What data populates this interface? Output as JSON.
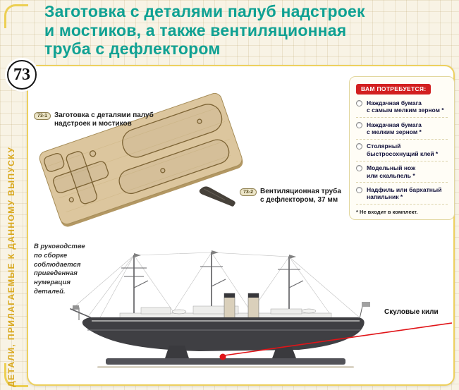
{
  "page": {
    "title": "Заготовка с деталями палуб надстроек\nи мостиков, а также вентиляционная\nтруба с дефлектором",
    "issue_badge": "73",
    "side_text": "ДЕТАЛИ, ПРИЛАГАЕМЫЕ К ДАННОМУ ВЫПУСКУ"
  },
  "parts": {
    "part1": {
      "id": "73-1",
      "label": "Заготовка с деталями палуб\nнадстроек и мостиков"
    },
    "part2": {
      "id": "73-2",
      "label": "Вентиляционная труба\nс дефлектором, 37 мм"
    }
  },
  "required": {
    "title": "ВАМ ПОТРЕБУЕТСЯ:",
    "items": [
      {
        "label": "Наждачная бумага\nс самым мелким зерном *"
      },
      {
        "label": "Наждачная бумага\nс мелким зерном *"
      },
      {
        "label": "Столярный\nбыстросохнущий клей *"
      },
      {
        "label": "Модельный нож\nили скальпель *"
      },
      {
        "label": "Надфиль или бархатный\nнапильник *"
      }
    ],
    "footnote": "* Не входит в комплект."
  },
  "note": "В руководстве\nпо сборке\nсоблюдается\nприведенная\nнумерация\nдеталей.",
  "annotation": {
    "label": "Скуловые кили"
  },
  "colors": {
    "accent_teal": "#0fa193",
    "gold": "#d9a81c",
    "red": "#d21f1f",
    "wood": "#dcc69e",
    "frame_yellow": "#edd05e"
  }
}
